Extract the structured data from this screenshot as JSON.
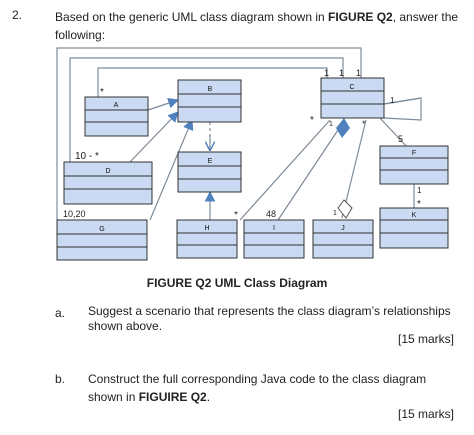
{
  "question": {
    "number": "2.",
    "intro_before": "Based on the generic UML class diagram shown in ",
    "intro_bold": "FIGURE Q2",
    "intro_after": ", answer the following:"
  },
  "diagram": {
    "caption": "FIGURE Q2 UML Class Diagram",
    "classes": {
      "A": "A",
      "B": "B",
      "C": "C",
      "D": "D",
      "E": "E",
      "F": "F",
      "G": "G",
      "H": "H",
      "I": "I",
      "J": "J",
      "K": "K"
    },
    "multiplicities": {
      "a_star": "*",
      "d_range": "10 - *",
      "g_range": "10,20",
      "c_top_1": "1",
      "c_top_2": "1",
      "c_top_3": "1",
      "c_right_1": "1",
      "c_left_star": "*",
      "c_bottom_1": "1",
      "c_bottom_star": "*",
      "f_5": "5",
      "f_1": "1",
      "k_star": "*",
      "h_star": "*",
      "i_48": "48",
      "j_1": "1"
    }
  },
  "parts": [
    {
      "letter": "a.",
      "text": "Suggest a scenario that represents the class diagram’s relationships shown above.",
      "marks": "[15 marks]"
    },
    {
      "letter": "b.",
      "text_before": "Construct the full corresponding Java code to the class diagram shown in ",
      "text_bold": "FIGUIRE Q2",
      "text_after": ".",
      "marks": "[15 marks]"
    }
  ],
  "colors": {
    "class_fill": "#c9daf2",
    "class_stroke": "#333333",
    "arrow_fill": "#4f81bd",
    "line": "#7f8c99"
  }
}
